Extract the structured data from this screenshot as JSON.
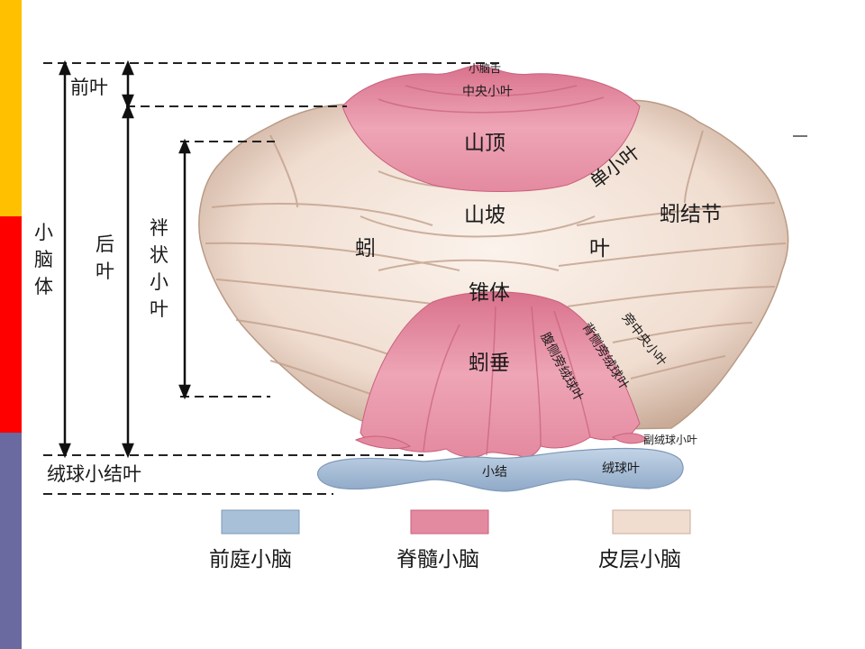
{
  "labels": {
    "xiaonaoshe": "小脑舌",
    "zhongyangxiaoye": "中央小叶",
    "shanding": "山顶",
    "danxiaoye": "单小叶",
    "shanpo": "山坡",
    "jiejiejie": "蚓结节",
    "yin": "蚓",
    "ye": "叶",
    "zhuiti": "锥体",
    "yinchui": "蚓垂",
    "pangzhongyang": "旁中央小叶",
    "beicerong": "背侧旁绒球叶",
    "fucerong": "腹侧旁绒球叶",
    "furongqiu": "副绒球小叶",
    "xiaojie": "小结",
    "rongqiuye": "绒球叶"
  },
  "brackets": {
    "qianye": "前叶",
    "houye": "后叶",
    "xiaonaoti": [
      "小",
      "脑",
      "体"
    ],
    "houye_v": [
      "后",
      "叶"
    ],
    "pangzhuang": [
      "袢",
      "状",
      "小",
      "叶"
    ],
    "rongqiu": "绒球小结叶"
  },
  "legend": [
    {
      "label": "前庭小脑",
      "color": "#a8c0d8"
    },
    {
      "label": "脊髓小脑",
      "color": "#e48aa0"
    },
    {
      "label": "皮层小脑",
      "color": "#f0ddd0"
    }
  ],
  "colors": {
    "cortical": "#f2e2d6",
    "spinal": "#e48aa0",
    "vestibular": "#9fbad6",
    "sidebar_yellow": "#ffc000",
    "sidebar_red": "#ff0000",
    "sidebar_purple": "#6a6aa0"
  }
}
